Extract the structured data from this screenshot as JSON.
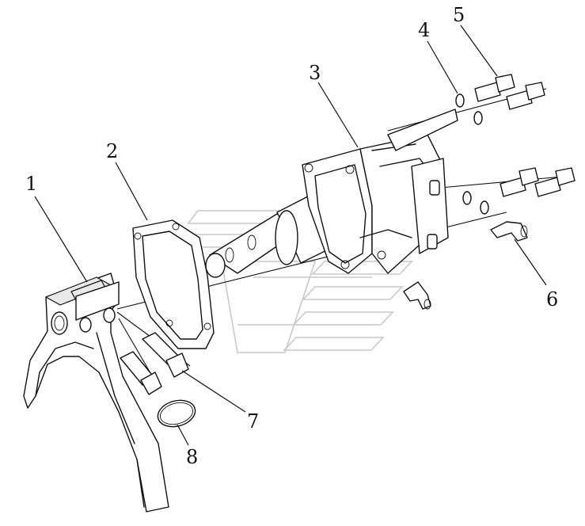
{
  "callouts": [
    {
      "id": "1",
      "label": "1"
    },
    {
      "id": "2",
      "label": "2"
    },
    {
      "id": "3",
      "label": "3"
    },
    {
      "id": "4",
      "label": "4"
    },
    {
      "id": "5",
      "label": "5"
    },
    {
      "id": "6",
      "label": "6"
    },
    {
      "id": "7",
      "label": "7"
    },
    {
      "id": "8",
      "label": "8"
    }
  ],
  "colors": {
    "line": "#111111",
    "shade": "#e9e9e9",
    "watermark": "#c9c9c9"
  }
}
